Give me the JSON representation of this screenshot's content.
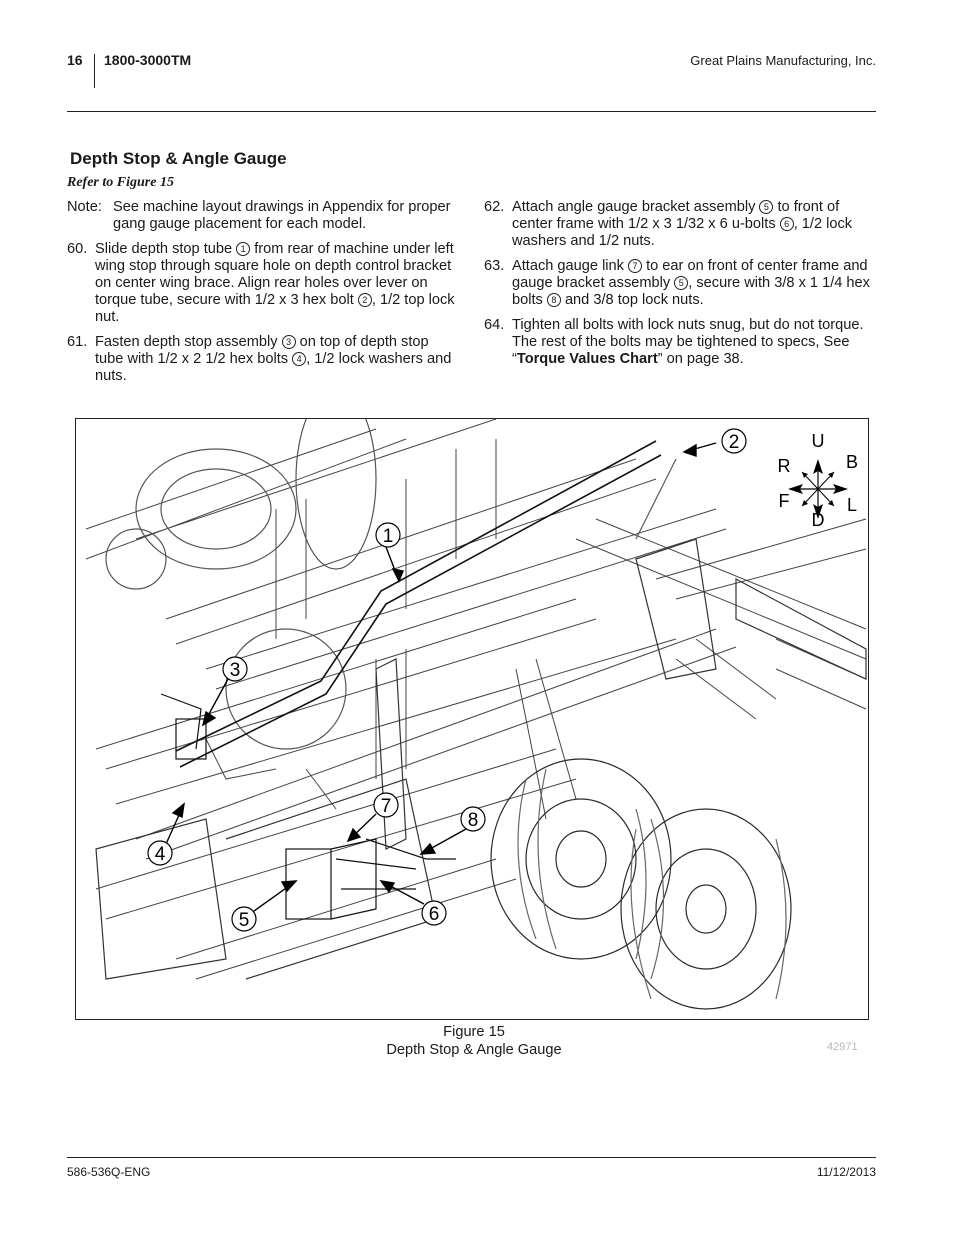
{
  "header": {
    "page_number": "16",
    "doc_code": "1800-3000TM",
    "company": "Great Plains Manufacturing, Inc."
  },
  "section": {
    "title": "Depth Stop & Angle Gauge",
    "refer": "Refer to Figure 15"
  },
  "note": {
    "label": "Note:",
    "text": "See machine layout drawings in Appendix for proper gang gauge placement for each model."
  },
  "steps": {
    "s60": {
      "num": "60.",
      "a": "Slide depth stop tube ",
      "c1": "1",
      "b": " from rear of machine under left wing stop through square hole on depth control bracket on center wing brace. Align rear holes over lever on torque tube, secure with 1/2 x 3 hex bolt ",
      "c2": "2",
      "d": ", 1/2 top lock nut."
    },
    "s61": {
      "num": "61.",
      "a": "Fasten depth stop assembly ",
      "c1": "3",
      "b": " on top of depth stop tube with 1/2 x 2 1/2 hex bolts ",
      "c2": "4",
      "d": ", 1/2 lock washers and nuts."
    },
    "s62": {
      "num": "62.",
      "a": "Attach angle gauge bracket assembly ",
      "c1": "5",
      "b": " to front of center frame with 1/2 x 3 1/32 x 6 u-bolts ",
      "c2": "6",
      "d": ", 1/2 lock washers and 1/2 nuts."
    },
    "s63": {
      "num": "63.",
      "a": "Attach gauge link ",
      "c1": "7",
      "b": " to ear on front of center frame and gauge bracket assembly ",
      "c2": "5",
      "d": ", secure with 3/8 x 1 1/4 hex bolts ",
      "c3": "8",
      "e": " and 3/8 top lock nuts."
    },
    "s64": {
      "num": "64.",
      "a": "Tighten all bolts with lock nuts snug, but do not torque. The rest of the bolts may be tightened to specs, See “",
      "bold": "Torque Values Chart",
      "b": "” on page 38."
    }
  },
  "figure": {
    "callouts": [
      "1",
      "2",
      "3",
      "4",
      "5",
      "6",
      "7",
      "8"
    ],
    "compass": {
      "up": "U",
      "down": "D",
      "right": "B",
      "left": "R",
      "front": "F",
      "left_side": "L"
    },
    "caption_line1": "Figure 15",
    "caption_line2": "Depth Stop & Angle Gauge",
    "drawing_number": "42971"
  },
  "footer": {
    "part_number": "586-536Q-ENG",
    "date": "11/12/2013"
  }
}
